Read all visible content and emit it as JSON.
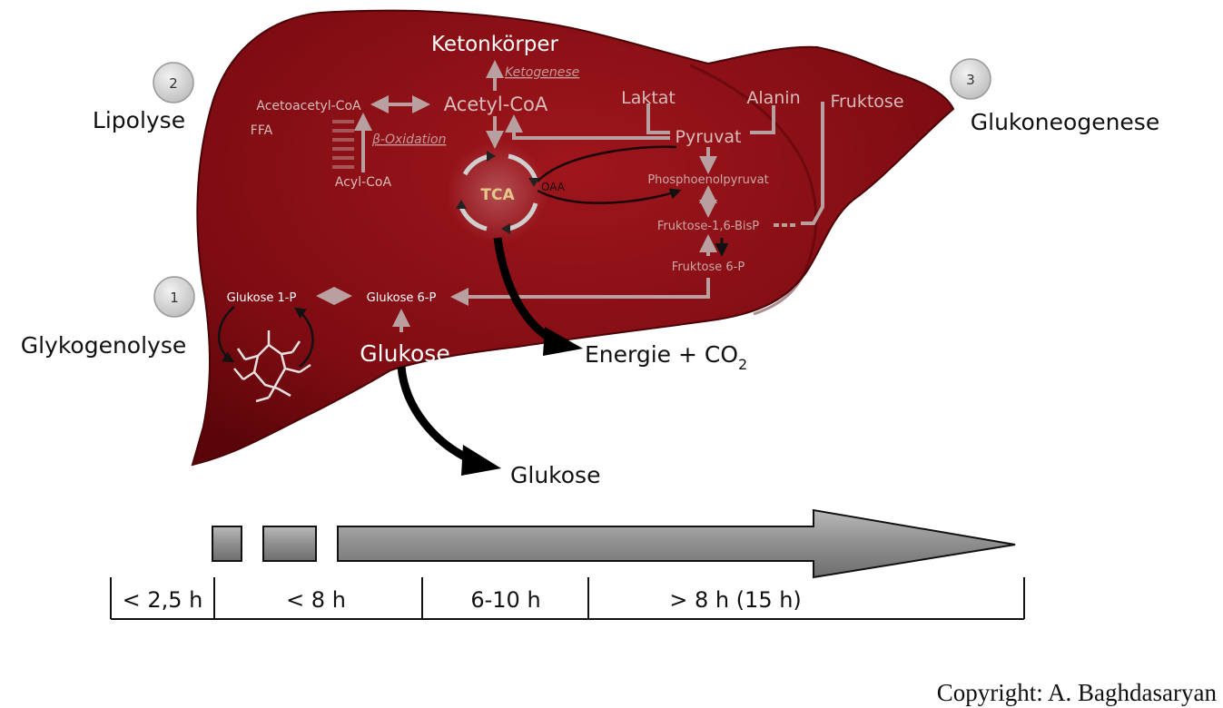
{
  "labels": {
    "ketonkoerper": "Ketonkörper",
    "ketogenese": "Ketogenese",
    "acetyl_coa": "Acetyl-CoA",
    "acetoacetyl_coa": "Acetoacetyl-CoA",
    "ffa": "FFA",
    "beta_oxidation": "β-Oxidation",
    "acyl_coa": "Acyl-CoA",
    "tca": "TCA",
    "oaa": "OAA",
    "laktat": "Laktat",
    "alanin": "Alanin",
    "fruktose": "Fruktose",
    "pyruvat": "Pyruvat",
    "phosphoenolpyruvat": "Phosphoenolpyruvat",
    "fruktose_16_bisp": "Fruktose-1,6-BisP",
    "fruktose_6p": "Fruktose 6-P",
    "glukose_1p": "Glukose 1-P",
    "glukose_6p": "Glukose 6-P",
    "glukose_inner": "Glukose",
    "glukose_outer": "Glukose",
    "energie_prefix": "Energie + CO",
    "energie_sub": "2"
  },
  "stages": [
    {
      "number": "1",
      "label": "Glykogenolyse"
    },
    {
      "number": "2",
      "label": "Lipolyse"
    },
    {
      "number": "3",
      "label": "Glukoneogenese"
    }
  ],
  "timeline": [
    "< 2,5 h",
    "< 8 h",
    "6-10 h",
    "> 8 h (15 h)"
  ],
  "copyright": "Copyright: A. Baghdasaryan",
  "colors": {
    "liver": "#8b1016",
    "liver_dark": "#5c070b",
    "pathway": "#b8a0a0",
    "pathway_text": "#d8bcbc",
    "bright_text": "#f3dede",
    "tca_text": "#e6c78a",
    "badge_fill": "#d9d9d9",
    "timeline_fill": "#8f8f8f"
  }
}
